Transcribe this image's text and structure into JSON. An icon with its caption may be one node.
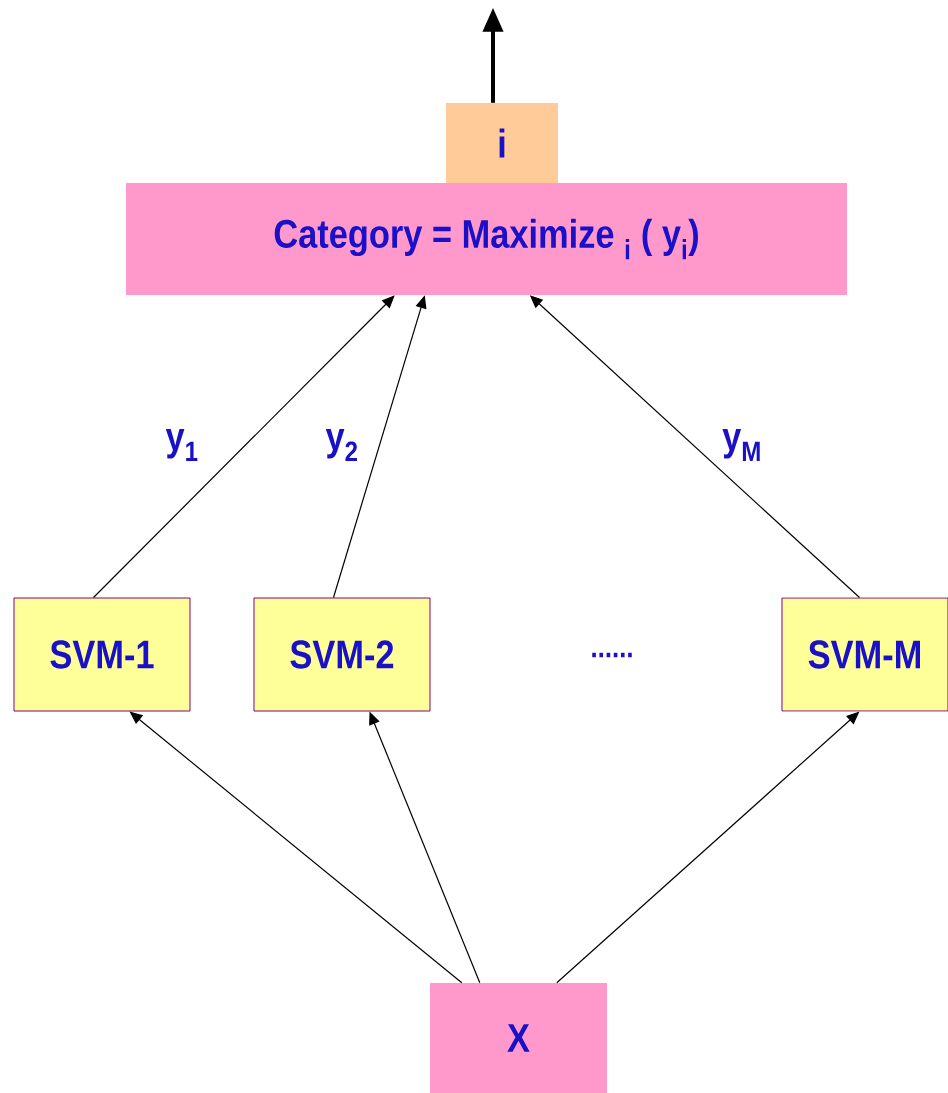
{
  "diagram": {
    "nodes": [
      {
        "text": [
          "i"
        ]
      },
      {
        "text": [
          "Category = Maximize $_{i}$ ( y$_{i}$)"
        ]
      },
      {
        "text": [
          "SVM-1"
        ]
      },
      {
        "text": [
          "SVM-2"
        ]
      },
      {
        "text": [
          "SVM-M"
        ]
      },
      {
        "text": [
          "X"
        ]
      }
    ],
    "edges": [
      {
        "from": 0,
        "to": null,
        "arrow": "to",
        "style": "thick"
      },
      {
        "from": 2,
        "to": 1,
        "arrow": "to",
        "label": "y$_{1}$"
      },
      {
        "from": 3,
        "to": 1,
        "arrow": "to",
        "label": "y$_{2}$"
      },
      {
        "from": 4,
        "to": 1,
        "arrow": "to",
        "label": "y$_{M}$"
      },
      {
        "from": 5,
        "to": 2,
        "arrow": "to"
      },
      {
        "from": 5,
        "to": 3,
        "arrow": "to"
      },
      {
        "from": 5,
        "to": 4,
        "arrow": "to"
      }
    ],
    "labels": [
      "......"
    ]
  }
}
